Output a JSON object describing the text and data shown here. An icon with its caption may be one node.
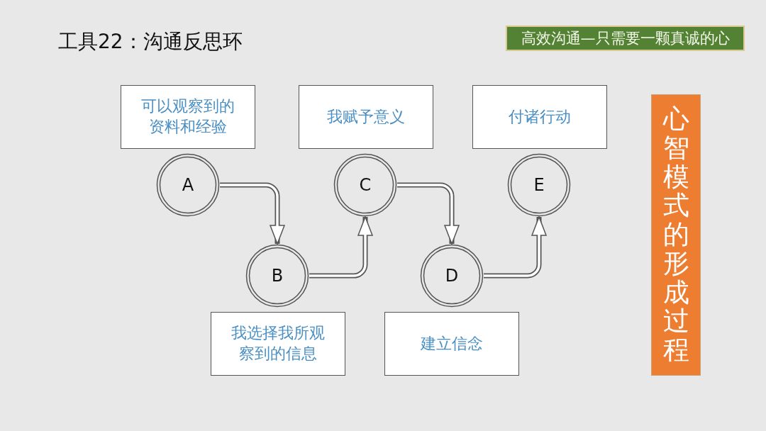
{
  "diagram": {
    "title": "工具22：沟通反思环",
    "nodes": [
      {
        "text": [
          "高效沟通—只需要一颗真诚的心"
        ]
      },
      {
        "text": [
          "可以观察到的资料和经验"
        ]
      },
      {
        "text": [
          "我赋予意义"
        ]
      },
      {
        "text": [
          "付诸行动"
        ]
      },
      {
        "text": [
          "心智模式的形成过程"
        ]
      },
      {
        "text": [
          "A"
        ]
      },
      {
        "text": [
          "C"
        ]
      },
      {
        "text": [
          "E"
        ]
      },
      {
        "text": [
          "B"
        ]
      },
      {
        "text": [
          "D"
        ]
      },
      {
        "text": [
          "我选择我所观察到的信息"
        ]
      },
      {
        "text": [
          "建立信念"
        ]
      }
    ],
    "edges": [
      {
        "from": 5,
        "to": 8,
        "arrow": "to"
      },
      {
        "from": 8,
        "to": 6,
        "arrow": "to"
      },
      {
        "from": 6,
        "to": 9,
        "arrow": "to"
      },
      {
        "from": 9,
        "to": 7,
        "arrow": "to"
      }
    ]
  }
}
